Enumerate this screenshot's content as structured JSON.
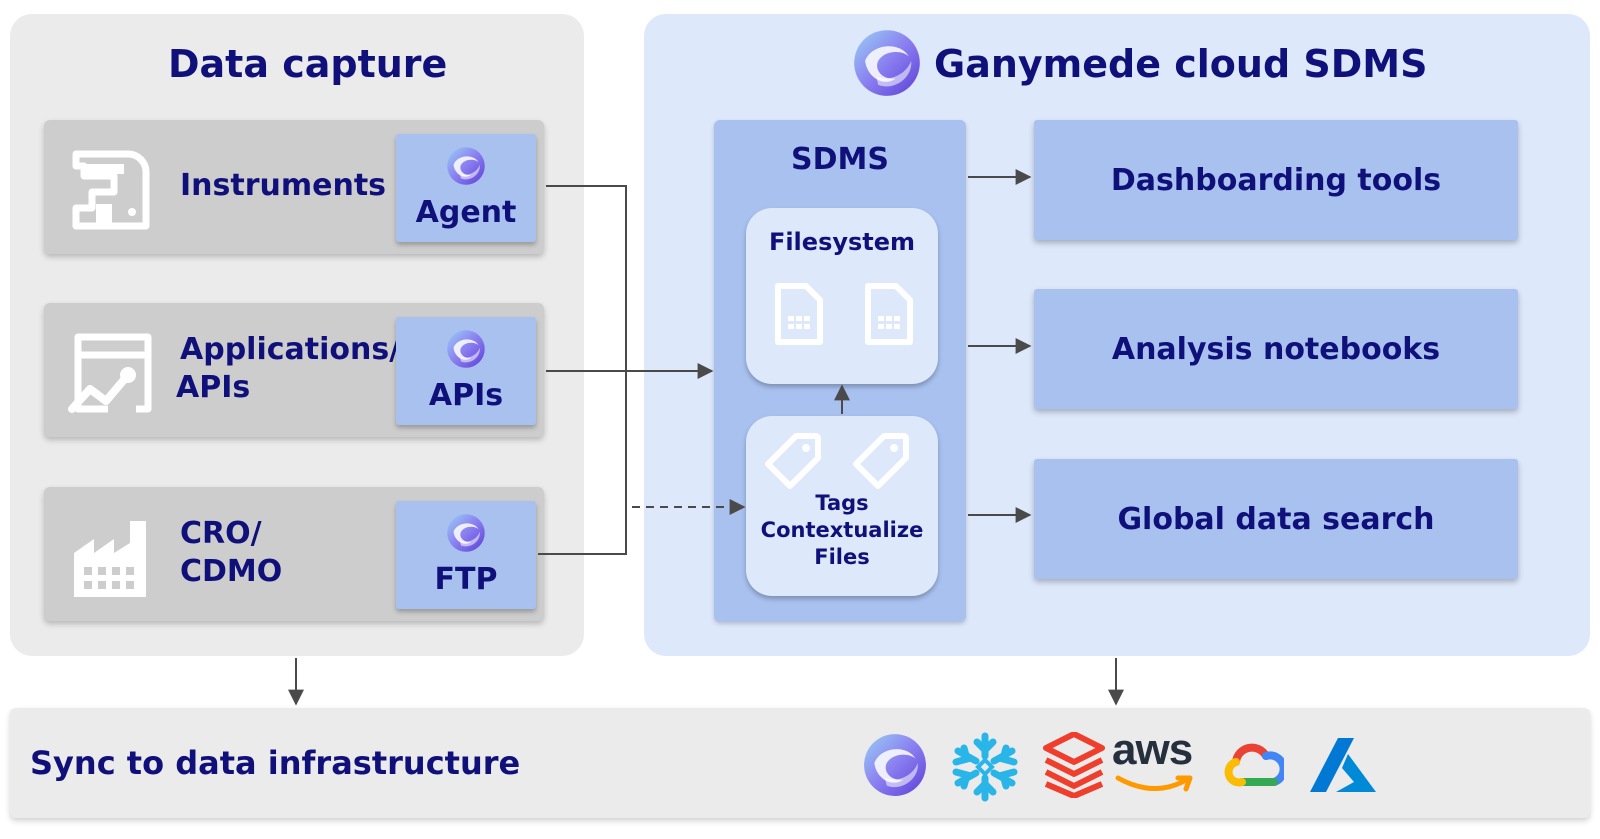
{
  "capture": {
    "title": "Data capture",
    "sources": [
      {
        "label_line1": "Instruments",
        "label_line2": "",
        "connector": "Agent",
        "icon": "instrument-icon"
      },
      {
        "label_line1": "Applications/",
        "label_line2": "APIs",
        "connector": "APIs",
        "icon": "application-chart-icon"
      },
      {
        "label_line1": "CRO/",
        "label_line2": "CDMO",
        "connector": "FTP",
        "icon": "factory-icon"
      }
    ]
  },
  "cloud": {
    "title": "Ganymede cloud SDMS",
    "sdms": {
      "title": "SDMS",
      "filesystem": "Filesystem",
      "tags_line1": "Tags",
      "tags_line2": "Contextualize",
      "tags_line3": "Files"
    },
    "outputs": [
      "Dashboarding tools",
      "Analysis notebooks",
      "Global data search"
    ]
  },
  "sync": {
    "title": "Sync to data infrastructure",
    "logos": [
      "ganymede-logo-icon",
      "snowflake-icon",
      "databricks-icon",
      "aws-icon",
      "google-cloud-icon",
      "azure-icon"
    ],
    "aws_text": "aws"
  },
  "colors": {
    "navy": "#10107a",
    "capture_bg": "#ebebeb",
    "cloud_bg": "#dde8fb",
    "card_blue": "#a8c1ef",
    "source_gray": "#cdcdcd"
  }
}
